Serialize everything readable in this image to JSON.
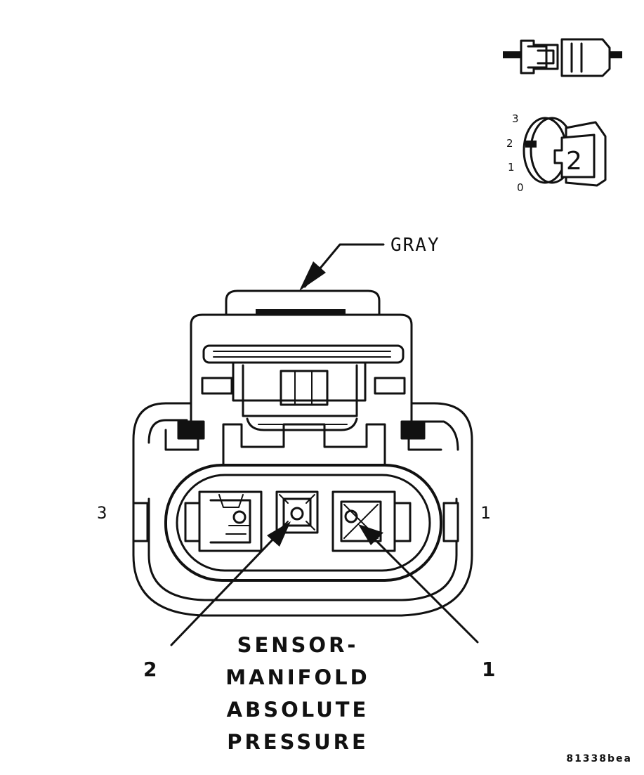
{
  "connector": {
    "color_label": "GRAY",
    "cavity_left": "3",
    "cavity_right": "1"
  },
  "callouts": {
    "pin_2": "2",
    "pin_1": "1"
  },
  "component_name": {
    "line1": "SENSOR-",
    "line2": "MANIFOLD",
    "line3": "ABSOLUTE",
    "line4": "PRESSURE"
  },
  "reference_code": "81338bea",
  "view_indicator": {
    "scale": [
      "3",
      "2",
      "1",
      "0"
    ],
    "number": "2"
  },
  "colors": {
    "line": "#111111",
    "background": "#ffffff"
  }
}
